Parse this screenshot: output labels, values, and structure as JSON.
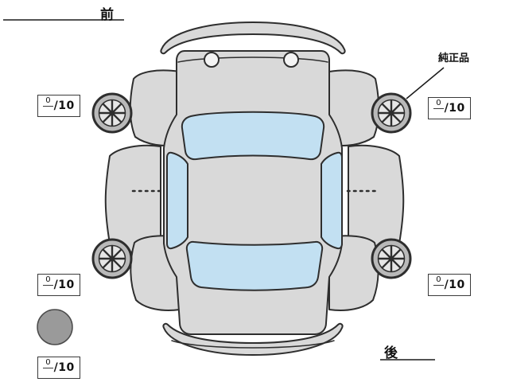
{
  "diagram": {
    "front_label": "前",
    "rear_label": "後",
    "genuine_part_label": "純正品"
  },
  "tire_scores": {
    "front_left": {
      "value": "0",
      "max": "/10"
    },
    "front_right": {
      "value": "0",
      "max": "/10"
    },
    "rear_left": {
      "value": "0",
      "max": "/10"
    },
    "rear_right": {
      "value": "0",
      "max": "/10"
    },
    "spare": {
      "value": "0",
      "max": "/10"
    }
  },
  "colors": {
    "background": "#ffffff",
    "car_body": "#d9d9d9",
    "glass": "#c2e0f2",
    "outline": "#2e2e2e",
    "spare_tire_fill": "#9a9a9a"
  }
}
